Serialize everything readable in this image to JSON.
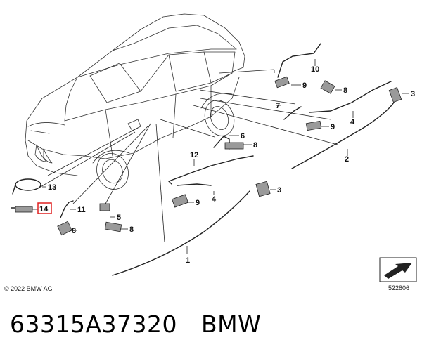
{
  "diagram": {
    "callouts": [
      {
        "id": "c1",
        "text": "1"
      },
      {
        "id": "c2",
        "text": "2"
      },
      {
        "id": "c3a",
        "text": "3"
      },
      {
        "id": "c3b",
        "text": "3"
      },
      {
        "id": "c4a",
        "text": "4"
      },
      {
        "id": "c4b",
        "text": "4"
      },
      {
        "id": "c5",
        "text": "5"
      },
      {
        "id": "c6",
        "text": "6"
      },
      {
        "id": "c7",
        "text": "7"
      },
      {
        "id": "c8a",
        "text": "8"
      },
      {
        "id": "c8b",
        "text": "8"
      },
      {
        "id": "c8c",
        "text": "8"
      },
      {
        "id": "c8d",
        "text": "8"
      },
      {
        "id": "c9a",
        "text": "9"
      },
      {
        "id": "c9b",
        "text": "9"
      },
      {
        "id": "c9c",
        "text": "9"
      },
      {
        "id": "c10",
        "text": "10"
      },
      {
        "id": "c11",
        "text": "11"
      },
      {
        "id": "c12",
        "text": "12"
      },
      {
        "id": "c13",
        "text": "13"
      },
      {
        "id": "c14",
        "text": "14",
        "highlighted": true,
        "highlight_color": "#e02020"
      }
    ],
    "copyright": "© 2022 BMW AG",
    "reference_number": "522806"
  },
  "footer": {
    "part_number": "63315A37320",
    "brand": "BMW"
  },
  "colors": {
    "line": "#222222",
    "highlight": "#e02020"
  }
}
